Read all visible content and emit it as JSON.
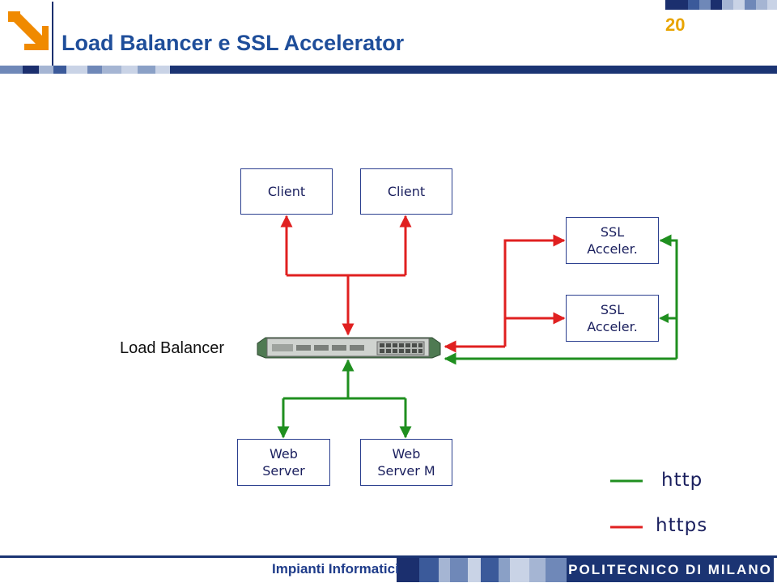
{
  "header": {
    "title": "Load Balancer e SSL Accelerator",
    "page_number": "20",
    "logo_icon": "polimi-arrow-logo-icon"
  },
  "diagram": {
    "clients": [
      {
        "label": "Client"
      },
      {
        "label": "Client"
      }
    ],
    "ssl_accelerators": [
      {
        "line1": "SSL",
        "line2": "Acceler."
      },
      {
        "line1": "SSL",
        "line2": "Acceler."
      }
    ],
    "load_balancer": {
      "label": "Load Balancer",
      "icon": "network-switch-icon"
    },
    "web_servers": [
      {
        "line1": "Web",
        "line2": "Server"
      },
      {
        "line1": "Web",
        "line2": "Server M"
      }
    ],
    "colors": {
      "http": "#1f8f1f",
      "https": "#e02020",
      "box_border": "#2b3f8f",
      "title": "#1f4e9a",
      "accent": "#e8a400"
    }
  },
  "legend": {
    "items": [
      {
        "label": "http",
        "color": "#1f8f1f"
      },
      {
        "label": "https",
        "color": "#e02020"
      }
    ]
  },
  "footer": {
    "course": "Impianti Informatici",
    "institution": "POLITECNICO DI MILANO"
  }
}
